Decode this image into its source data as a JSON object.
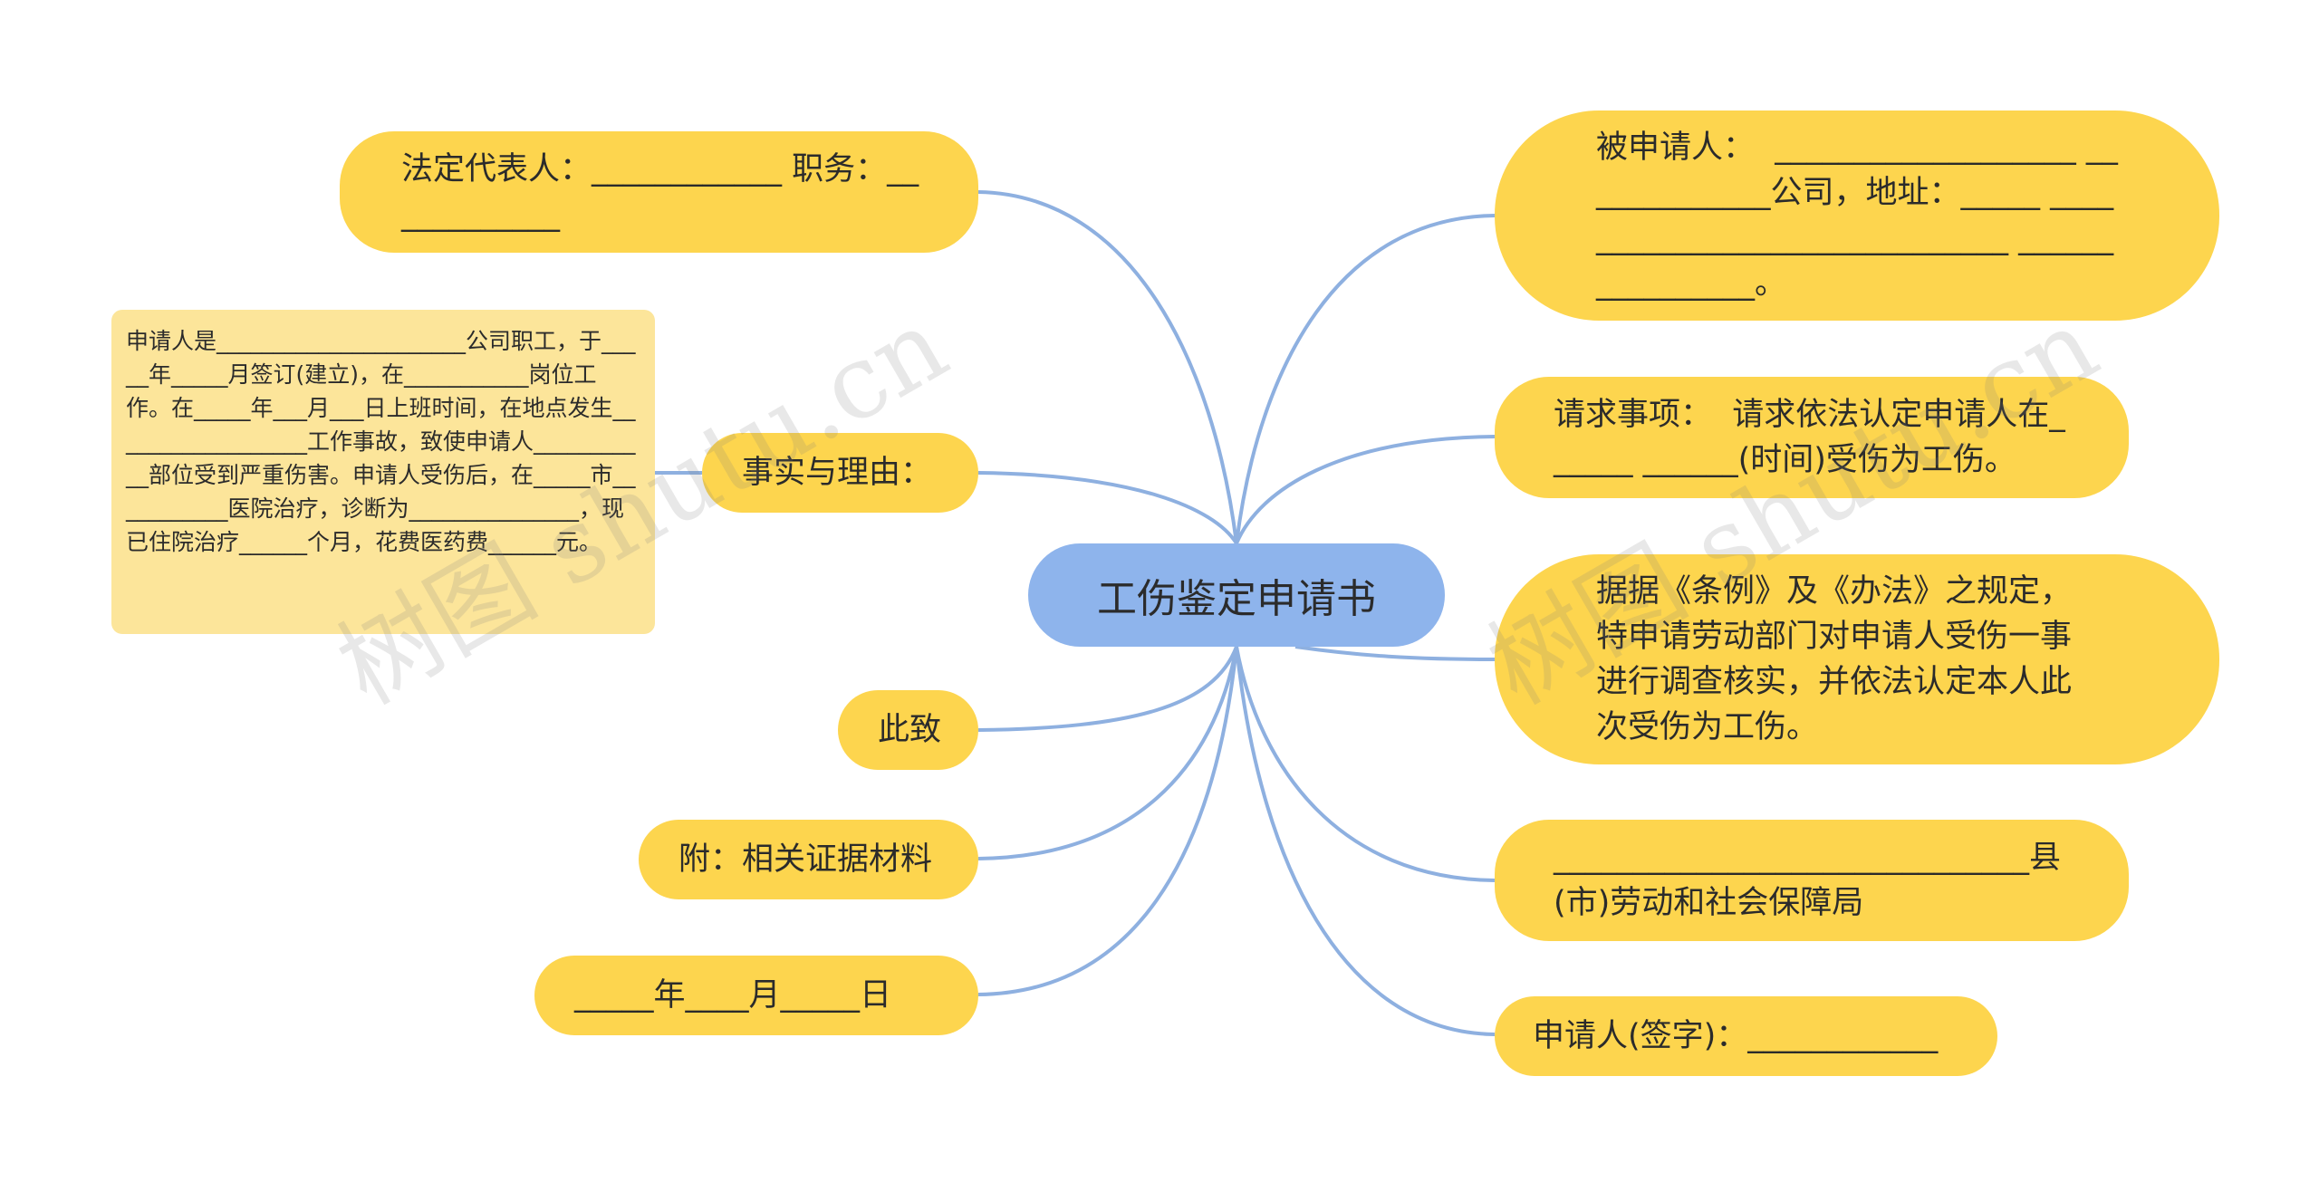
{
  "center": {
    "title": "工伤鉴定申请书"
  },
  "left_nodes": {
    "legal_rep": "法定代表人：____________ 职务：____________",
    "facts": "事实与理由：",
    "closing": "此致",
    "attachment": "附：相关证据材料",
    "date": "_____年____月_____日"
  },
  "detail": {
    "text": "申请人是______________________公司职工，于_____年_____月签订(建立)，在___________岗位工作。在_____年___月___日上班时间，在地点发生__________________工作事故，致使申请人___________部位受到严重伤害。申请人受伤后，在_____市___________医院治疗，诊断为_______________，现已住院治疗______个月，花费医药费______元。"
  },
  "right_nodes": {
    "respondent": "被申请人：  ___________________ _____________公司，地址：_____ ______________________________ ________________。",
    "request": "请求事项：  请求依法认定申请人在______ ______(时间)受伤为工伤。",
    "basis": "据据《条例》及《办法》之规定，特申请劳动部门对申请人受伤一事进行调查核实，并依法认定本人此次受伤为工伤。",
    "bureau": "______________________________县(市)劳动和社会保障局",
    "signature": "申请人(签字)：____________"
  },
  "watermark": {
    "left": "树图 shutu.cn",
    "right": "树图 shutu.cn"
  },
  "colors": {
    "node_fill": "#FDD54E",
    "detail_fill": "#FCE59A",
    "center_fill": "#8EB4EC",
    "link_stroke": "#8EB0E0"
  }
}
